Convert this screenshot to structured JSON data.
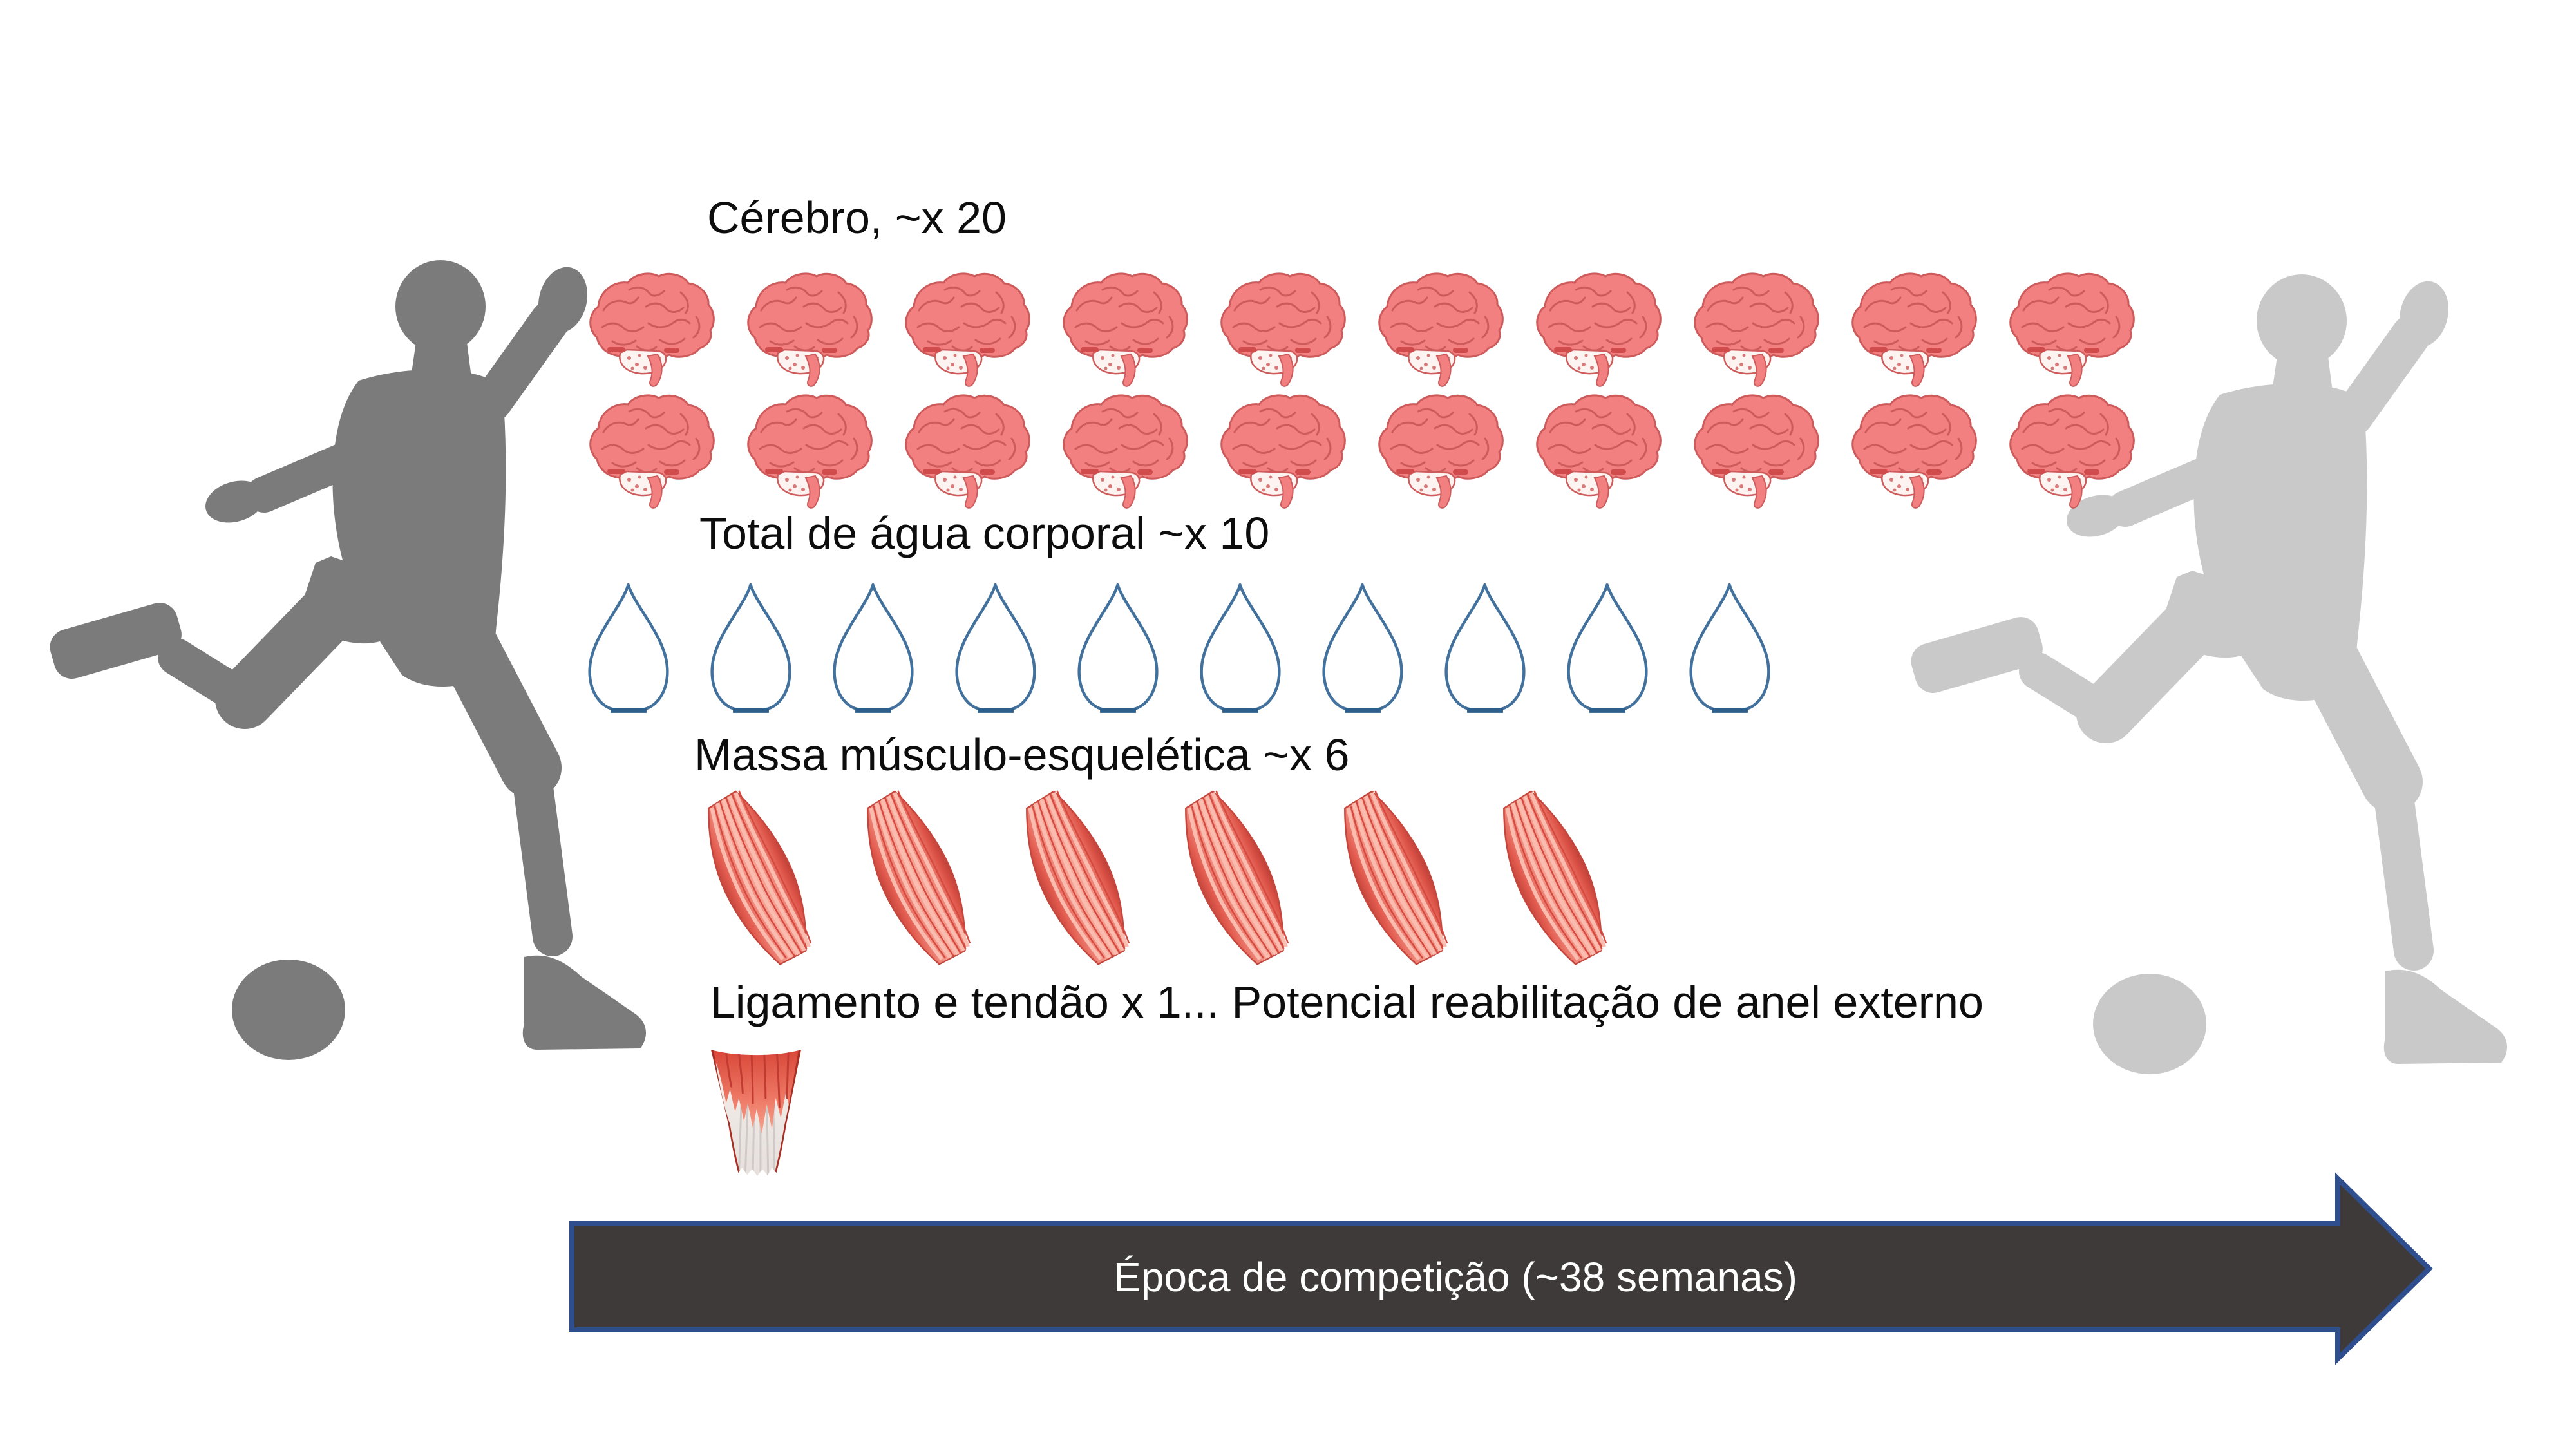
{
  "figure": {
    "description_rows": [
      {
        "id": "cerebro",
        "label": "Cérebro, ~x 20",
        "count": 20,
        "per_row": 10,
        "icon": "brain-icon",
        "symbol": "sym-brain"
      },
      {
        "id": "agua",
        "label": "Total de água corporal ~x 10",
        "count": 10,
        "per_row": 10,
        "icon": "water-drop-icon",
        "symbol": "sym-drop"
      },
      {
        "id": "musculo",
        "label": "Massa músculo-esquelética ~x 6",
        "count": 6,
        "per_row": 6,
        "icon": "muscle-icon",
        "symbol": "sym-muscle"
      },
      {
        "id": "ligamento",
        "label": "Ligamento e tendão x 1... Potencial reabilitação de anel externo",
        "count": 1,
        "per_row": 1,
        "icon": "tendon-icon",
        "symbol": "sym-tendon"
      }
    ],
    "timeline": {
      "label": "Época de competição (~38 semanas)"
    },
    "left_figure": "soccer-player-kicking-silhouette-dark",
    "right_figure": "soccer-player-kicking-silhouette-light"
  },
  "colors": {
    "background": "#FFFFFF",
    "text": "#0D0D0D",
    "arrow_text": "#FFFFFF",
    "arrow_fill": "#3E3A3A",
    "arrow_border": "#2E4E8E",
    "player_left": "#7B7B7B",
    "player_right": "#C9C9C9",
    "brain_fill": "#F28080",
    "brain_line": "#CE5B5B",
    "brain_dark": "#D04C4C",
    "drop_outline": "#41719C",
    "drop_base": "#2E5F8A",
    "muscle_main": "#EE7064",
    "muscle_light": "#F9BCAF",
    "muscle_dark": "#C4463C",
    "tendon_red": "#DD4A3E",
    "tendon_edge": "#A82D22",
    "tendon_gray": "#CFCAC7"
  }
}
